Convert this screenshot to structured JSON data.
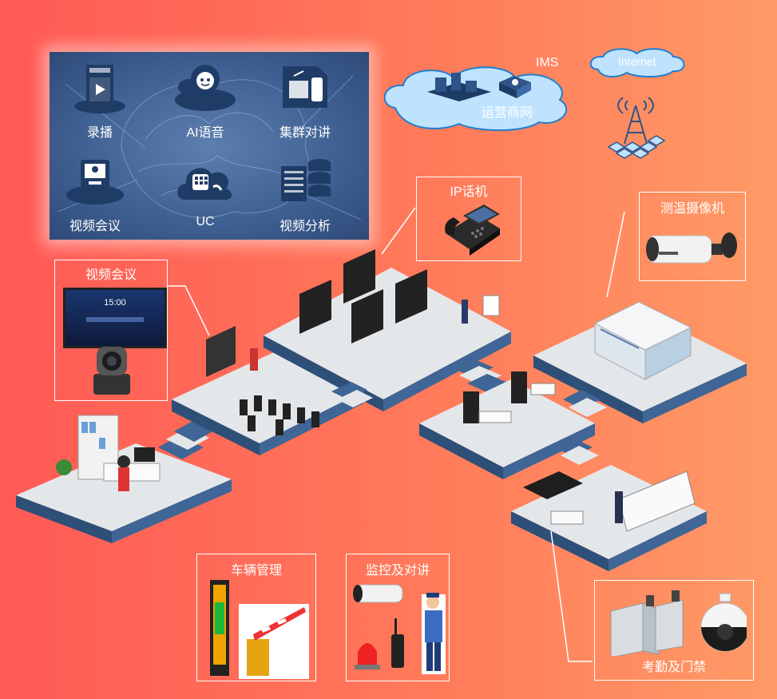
{
  "services": {
    "recording": "录播",
    "ai_voice": "AI语音",
    "cluster_talk": "集群对讲",
    "video_conf": "视频会议",
    "uc": "UC",
    "video_analysis": "视频分析"
  },
  "network": {
    "ims": "IMS",
    "carrier": "运营商网",
    "internet": "Internet"
  },
  "callouts": {
    "ip_phone": "IP话机",
    "thermal_camera": "测温摄像机",
    "video_conf": "视频会议",
    "vehicle": "车辆管理",
    "surveillance": "监控及对讲",
    "attendance": "考勤及门禁"
  },
  "screen_time": "15:00",
  "colors": {
    "bg_left": "#ff5a55",
    "bg_right": "#ff9a66",
    "panel": "#3e5f91",
    "cloud": "#bfe3ff",
    "floor": "#e4e7ea"
  }
}
